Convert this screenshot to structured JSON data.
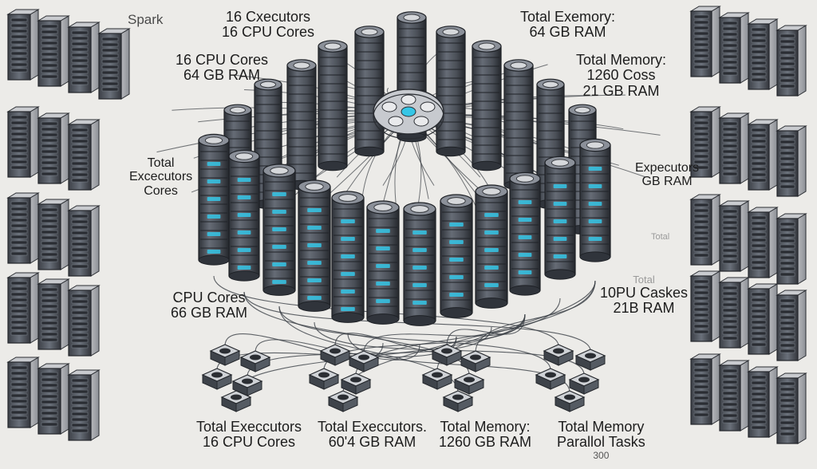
{
  "brand": "Spark",
  "labels": {
    "top_center_1": "16 Cxecutors",
    "top_center_2": "16 CPU Cores",
    "top_left_1": "16 CPU Cores",
    "top_left_2": "64 GB RAM",
    "top_right_1": "Total Exemory:",
    "top_right_2": "64 GB RAM",
    "right_1": "Total Memory:",
    "right_2": "1260 Coss",
    "right_3": "21 GB RAM",
    "left_mid_1": "Total",
    "left_mid_2": "Excecutors",
    "left_mid_3": "Cores",
    "right_mid_1": "Expecutors",
    "right_mid_2": "GB RAM",
    "right_faint_1": "Total",
    "left_low_1": "CPU Cores",
    "left_low_2": "66 GB RAM",
    "right_low_0": "Total",
    "right_low_1": "10PU Caskes",
    "right_low_2": "21B RAM",
    "bottom_1a": "Total Execcutors",
    "bottom_1b": "16 CPU Cores",
    "bottom_2a": "Total Execcutors.",
    "bottom_2b": "60'4 GB RAM",
    "bottom_3a": "Total Memory:",
    "bottom_3b": "1260 GB RAM",
    "bottom_4a": "Total Memory",
    "bottom_4b": "Parallol Tasks",
    "bottom_4c": "300"
  },
  "colors": {
    "background": "#ecebe8",
    "server_body": "#4f5560",
    "server_dark": "#30343b",
    "glow": "#35c6e6",
    "cable": "#3a3f45"
  }
}
